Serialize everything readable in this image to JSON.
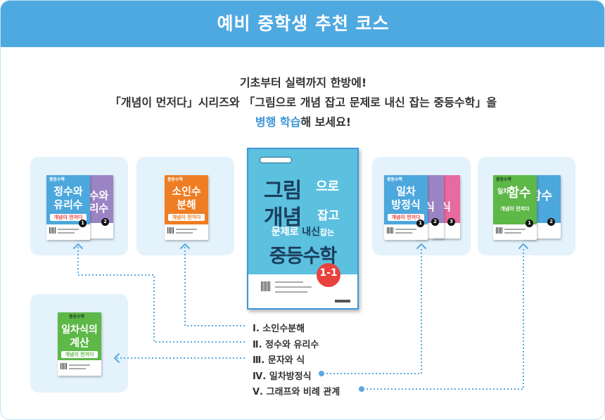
{
  "banner": {
    "title": "예비 중학생 추천 코스"
  },
  "intro": {
    "line1": "기초부터 실력까지 한방에!",
    "line2": "「개념이 먼저다」시리즈와 「그림으로 개념 잡고 문제로 내신 잡는 중등수학」을",
    "line3_highlight": "병행 학습",
    "line3_rest": "해 보세요!"
  },
  "books": {
    "suyu": {
      "series": "중등수학",
      "title1": "정수와",
      "title2": "유리수",
      "label": "개념이 먼저다",
      "nums": [
        "1",
        "2"
      ]
    },
    "soin": {
      "series": "중등수학",
      "title1": "소인수",
      "title2": "분해",
      "label": "개념이 먼저다"
    },
    "ilcha_bang": {
      "series": "중등수학",
      "title1": "일차",
      "title2": "방정식",
      "label": "개념이 먼저다",
      "nums": [
        "1",
        "2",
        "3"
      ]
    },
    "hamsu": {
      "series": "중등수학",
      "title1": "일차",
      "title2": "함수",
      "label": "개념이 먼저다",
      "nums": [
        "1",
        "2"
      ]
    },
    "gyesan": {
      "series": "중등수학",
      "title1": "일차식의",
      "title2": "계산",
      "label": "개념이 먼저다"
    },
    "main": {
      "line1": "그림",
      "line1b": "으로",
      "line2": "개념",
      "line2b": "잡고",
      "line3a": "문제로 ",
      "line3b": "내신",
      "line3c": "잡는",
      "title": "중등수학",
      "grade": "1-1"
    }
  },
  "chapters": [
    "Ⅰ. 소인수분해",
    "Ⅱ. 정수와 유리수",
    "Ⅲ. 문자와 식",
    "Ⅳ. 일차방정식",
    "Ⅴ. 그래프와 비례 관계"
  ],
  "colors": {
    "banner": "#4fa9e1",
    "highlight": "#3d97d7",
    "panel": "#e4f2fc",
    "connector": "#5aa9de"
  }
}
